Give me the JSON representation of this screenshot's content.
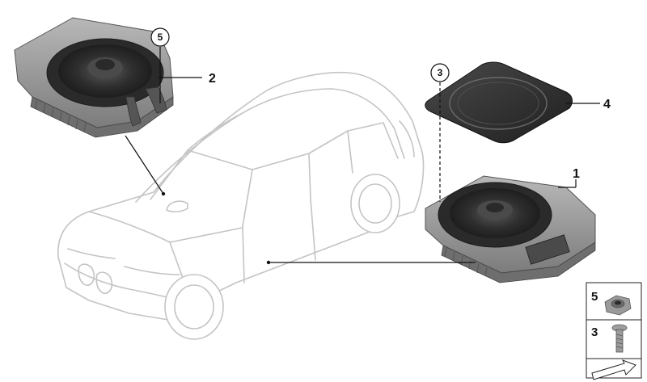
{
  "callouts": {
    "item_1": "1",
    "item_2": "2",
    "item_3": "3",
    "item_4": "4",
    "item_5": "5"
  },
  "key_panel": {
    "row_top": "5",
    "row_middle": "3"
  },
  "colors": {
    "car_outline": "#c4c4c4",
    "part_dark": "#3a3a3a",
    "part_housing": "#9a9a9a",
    "leader_line": "#111111"
  },
  "icons": [
    "nut-icon",
    "screw-icon",
    "arrow-icon"
  ]
}
